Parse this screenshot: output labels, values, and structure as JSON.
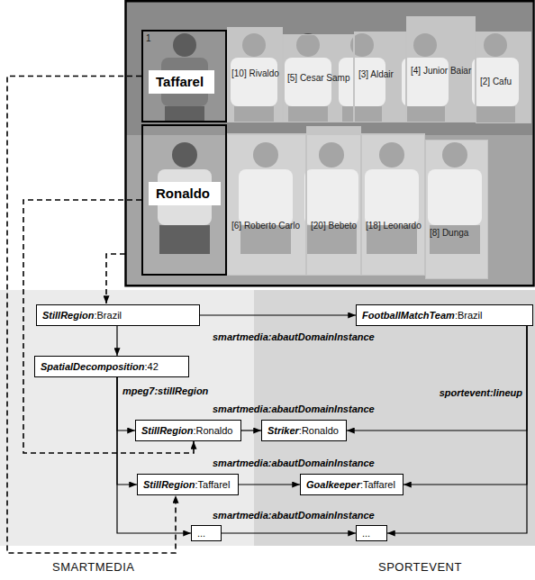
{
  "diagram": {
    "nodes": [
      {
        "text": [
          "Taffarel"
        ]
      },
      {
        "text": [
          "[10] Rivaldo"
        ]
      },
      {
        "text": [
          "[5] Cesar Samp"
        ]
      },
      {
        "text": [
          "[3] Aldair"
        ]
      },
      {
        "text": [
          "[4] Junior Baiar"
        ]
      },
      {
        "text": [
          "[2] Cafu"
        ]
      },
      {
        "text": [
          "Ronaldo"
        ]
      },
      {
        "text": [
          "[6] Roberto Carlo"
        ]
      },
      {
        "text": [
          "[20] Bebeto"
        ]
      },
      {
        "text": [
          "[18] Leonardo"
        ]
      },
      {
        "text": [
          "[8] Dunga"
        ]
      },
      {
        "text": [
          "SMARTMEDIA"
        ]
      },
      {
        "text": [
          "StillRegion:Brazil"
        ],
        "in": 11
      },
      {
        "text": [
          "SpatialDecomposition:42"
        ],
        "in": 11
      },
      {
        "text": [
          "StillRegion:Ronaldo"
        ],
        "in": 11
      },
      {
        "text": [
          "StillRegion:Taffarel"
        ],
        "in": 11
      },
      {
        "text": [
          "..."
        ],
        "in": 11
      },
      {
        "text": [
          "SPORTEVENT"
        ]
      },
      {
        "text": [
          "FootballMatchTeam:Brazil"
        ],
        "in": 17
      },
      {
        "text": [
          "Striker:Ronaldo"
        ],
        "in": 17
      },
      {
        "text": [
          "Goalkeeper:Taffarel"
        ],
        "in": 17
      },
      {
        "text": [
          "..."
        ],
        "in": 17
      }
    ],
    "edges": [
      {
        "from": 12,
        "to": 18,
        "label": "smartmedia:abautDomainInstance",
        "arrow": "to"
      },
      {
        "from": 12,
        "to": 13,
        "arrow": "to"
      },
      {
        "from": 13,
        "to": 14,
        "label": "mpeg7:stillRegion",
        "arrow": "to"
      },
      {
        "from": 13,
        "to": 15,
        "arrow": "to"
      },
      {
        "from": 13,
        "to": 16,
        "arrow": "to"
      },
      {
        "from": 14,
        "to": 19,
        "label": "smartmedia:abautDomainInstance",
        "arrow": "to"
      },
      {
        "from": 15,
        "to": 20,
        "label": "smartmedia:abautDomainInstance",
        "arrow": "to"
      },
      {
        "from": 16,
        "to": 21,
        "label": "smartmedia:abautDomainInstance",
        "arrow": "to"
      },
      {
        "from": 18,
        "to": 19,
        "label": "sportevent:lineup",
        "arrow": "to"
      },
      {
        "from": 18,
        "to": 20,
        "arrow": "to"
      },
      {
        "from": 18,
        "to": 21,
        "arrow": "to"
      },
      {
        "from": 6,
        "to": 14,
        "arrow": "to"
      },
      {
        "from": 0,
        "to": 15,
        "arrow": "to"
      }
    ],
    "labels": [
      "1"
    ]
  }
}
